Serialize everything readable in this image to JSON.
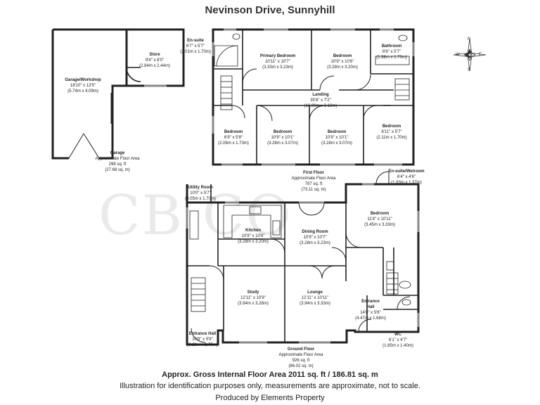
{
  "title": "Nevinson Drive, Sunnyhill",
  "watermark": "CB CO",
  "footer": {
    "area": "Approx. Gross Internal Floor Area 2011 sq. ft / 186.81 sq. m",
    "disclaimer": "Illustration for identification purposes only, measurements are approximate, not to scale.",
    "producer": "Produced by Elements Property"
  },
  "garage": {
    "workshop": {
      "name": "Garage/Workshop",
      "imperial": "18'10\" x 13'5\"",
      "metric": "(5.74m x 4.09m)"
    },
    "store": {
      "name": "Store",
      "imperial": "9'4\" x 8'0\"",
      "metric": "(2.84m x 2.44m)"
    },
    "summary": {
      "name": "Garage",
      "line1": "Approximate Floor Area",
      "line2": "298 sq. ft",
      "line3": "(27.68 sq. m)"
    }
  },
  "first_floor": {
    "ensuite": {
      "name": "En-suite",
      "imperial": "6'7\" x 5'7\"",
      "metric": "(2.01m x 1.70m)"
    },
    "primary_bedroom": {
      "name": "Primary Bedroom",
      "imperial": "10'11\" x 10'7\"",
      "metric": "(3.33m x 3.23m)"
    },
    "bedroom_a": {
      "name": "Bedroom",
      "imperial": "10'9\" x 10'6\"",
      "metric": "(3.28m x 3.20m)"
    },
    "bathroom": {
      "name": "Bathroom",
      "imperial": "6'6\" x 5'7\"",
      "metric": "(1.98m x 1.70m)"
    },
    "landing": {
      "name": "Landing",
      "imperial": "35'8\" x 7'2\"",
      "metric": "(10.90m x 2.18m)"
    },
    "bedroom_b": {
      "name": "Bedroom",
      "imperial": "6'9\" x 5'8\"",
      "metric": "(2.06m x 1.73m)"
    },
    "bedroom_c": {
      "name": "Bedroom",
      "imperial": "10'9\" x 10'1\"",
      "metric": "(3.28m x 3.07m)"
    },
    "bedroom_d": {
      "name": "Bedroom",
      "imperial": "10'9\" x 10'1\"",
      "metric": "(3.28m x 3.07m)"
    },
    "bedroom_e": {
      "name": "Bedroom",
      "imperial": "6'11\" x 5'7\"",
      "metric": "(2.11m x 1.70m)"
    },
    "summary": {
      "name": "First Floor",
      "line1": "Approximate Floor Area",
      "line2": "787 sq. ft",
      "line3": "(73.11 sq. m)"
    }
  },
  "ground_floor": {
    "utility": {
      "name": "Utility Room",
      "imperial": "10'0\" x 5'7\"",
      "metric": "(3.05m x 1.70m)"
    },
    "kitchen": {
      "name": "Kitchen",
      "imperial": "10'9\" x 10'6\"",
      "metric": "(3.28m x 3.20m)"
    },
    "dining": {
      "name": "Dining Room",
      "imperial": "10'9\" x 10'7\"",
      "metric": "(3.28m x 3.23m)"
    },
    "ensuite_wetroom": {
      "name": "En-suite/Wetroom",
      "imperial": "6'4\" x 4'6\"",
      "metric": "(1.93m x 1.37m)"
    },
    "bedroom": {
      "name": "Bedroom",
      "imperial": "11'4\" x 10'11\"",
      "metric": "(3.45m x 3.33m)"
    },
    "study": {
      "name": "Study",
      "imperial": "12'11\" x 10'9\"",
      "metric": "(3.94m x 3.28m)"
    },
    "lounge": {
      "name": "Lounge",
      "imperial": "12'11\" x 10'11\"",
      "metric": "(3.94m x 3.33m)"
    },
    "entrance_hall_right": {
      "name": "Entrance",
      "name2": "Hall",
      "imperial": "14'8\" x 5'6\"",
      "metric": "(4.47m x 1.68m)"
    },
    "entrance_hall_left": {
      "name": "Entrance Hall",
      "imperial": "10'9\" x 5'9\"",
      "metric": "(3.28m x 1.75m)"
    },
    "wc": {
      "name": "WC",
      "imperial": "6'1\" x 4'7\"",
      "metric": "(1.85m x 1.40m)"
    },
    "summary": {
      "name": "Ground Floor",
      "line1": "Approximate Floor Area",
      "line2": "926 sq. ft",
      "line3": "(86.02 sq. m)"
    }
  },
  "compass": {
    "letters": [
      "N",
      "E",
      "S",
      "W"
    ]
  },
  "colors": {
    "wall": "#222222",
    "line": "#333333",
    "background": "#ffffff"
  }
}
